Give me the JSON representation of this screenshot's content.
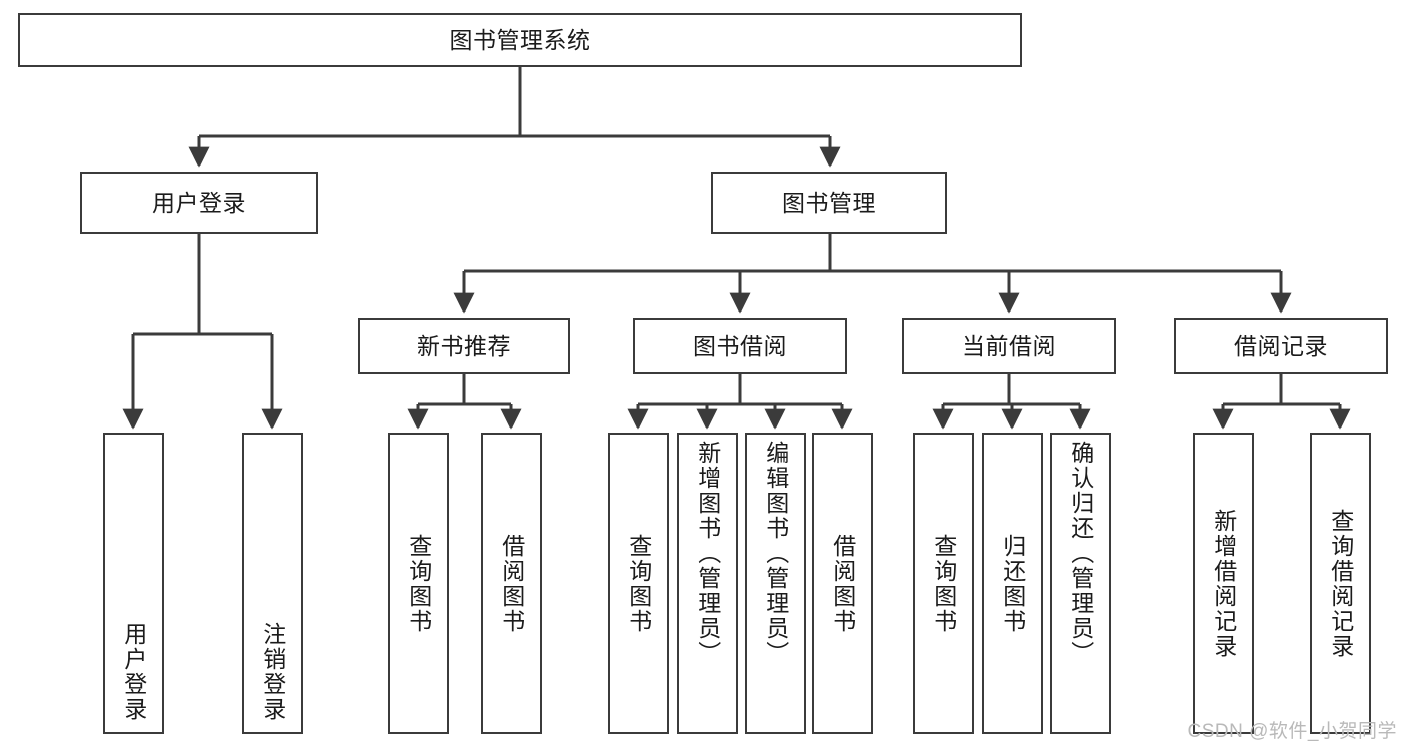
{
  "diagram": {
    "type": "tree",
    "title": "图书管理系统",
    "style": {
      "stroke": "#3b3b3b",
      "fill": "#ffffff",
      "text": "#1b1b1b",
      "watermark_color": "#b9b9b9"
    },
    "root": {
      "label": "图书管理系统"
    },
    "level2": [
      {
        "label": "用户登录"
      },
      {
        "label": "图书管理"
      }
    ],
    "level3": [
      {
        "label": "新书推荐"
      },
      {
        "label": "图书借阅"
      },
      {
        "label": "当前借阅"
      },
      {
        "label": "借阅记录"
      }
    ],
    "leaves": {
      "user_login": [
        {
          "label": "用户登录"
        },
        {
          "label": "注销登录"
        }
      ],
      "new_book_recommend": [
        {
          "label": "查询图书"
        },
        {
          "label": "借阅图书"
        }
      ],
      "book_borrow": [
        {
          "label": "查询图书"
        },
        {
          "label": "新增图书（管理员）"
        },
        {
          "label": "编辑图书（管理员）"
        },
        {
          "label": "借阅图书"
        }
      ],
      "current_borrow": [
        {
          "label": "查询图书"
        },
        {
          "label": "归还图书"
        },
        {
          "label": "确认归还（管理员）"
        }
      ],
      "borrow_record": [
        {
          "label": "新增借阅记录"
        },
        {
          "label": "查询借阅记录"
        }
      ]
    }
  },
  "watermark": {
    "text": "CSDN @软件_小贺同学"
  }
}
